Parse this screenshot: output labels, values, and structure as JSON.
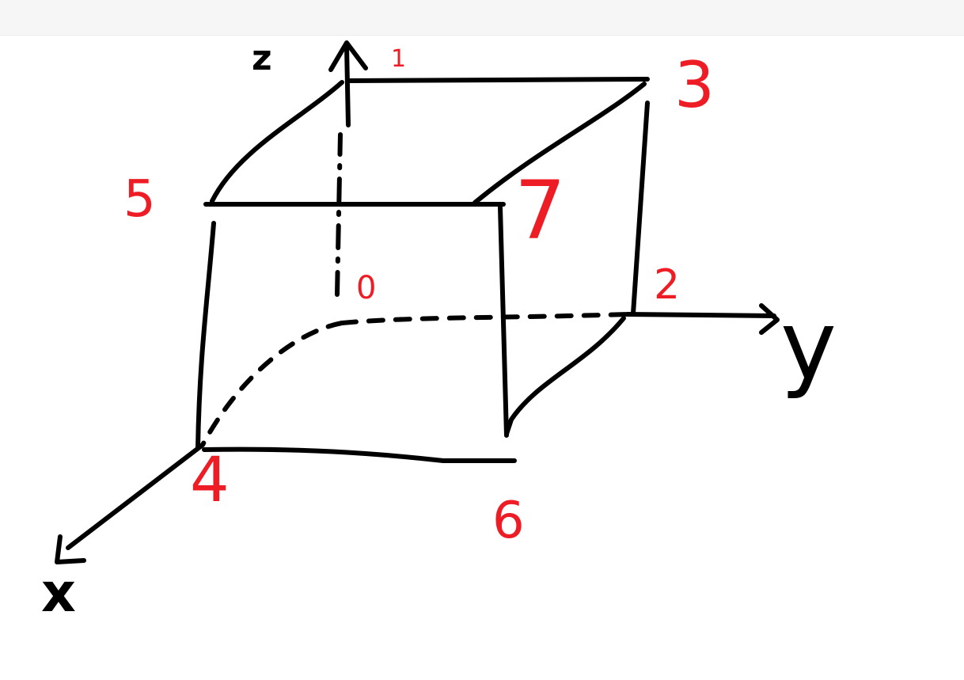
{
  "colors": {
    "ink": "#000000",
    "label": "#ee1c24",
    "toolbar": "#f6f6f6"
  },
  "axes": {
    "x": "x",
    "y": "y",
    "z": "z"
  },
  "vertices": {
    "v0": "0",
    "v1": "1",
    "v2": "2",
    "v3": "3",
    "v4": "4",
    "v5": "5",
    "v6": "6",
    "v7": "7"
  }
}
